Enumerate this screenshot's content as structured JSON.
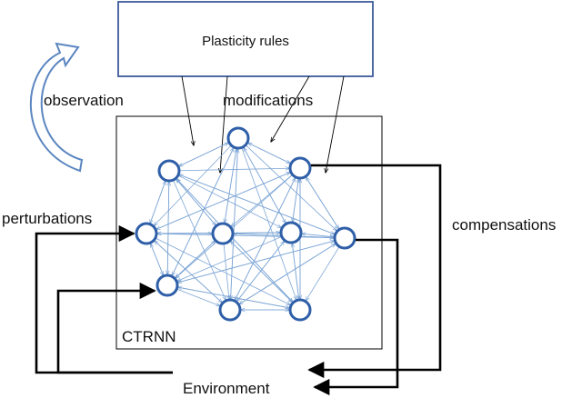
{
  "box": {
    "label": "Plasticity rules"
  },
  "labels": {
    "observation": "observation",
    "modifications": "modifications",
    "perturbations": "perturbations",
    "compensations": "compensations",
    "network": "CTRNN",
    "environment": "Environment"
  },
  "colors": {
    "box_stroke": "#3d5a99",
    "node_stroke": "#2f5fa8",
    "edge": "#7ea6d6",
    "loop_arrow": "#5b86c0",
    "line": "#000000"
  }
}
